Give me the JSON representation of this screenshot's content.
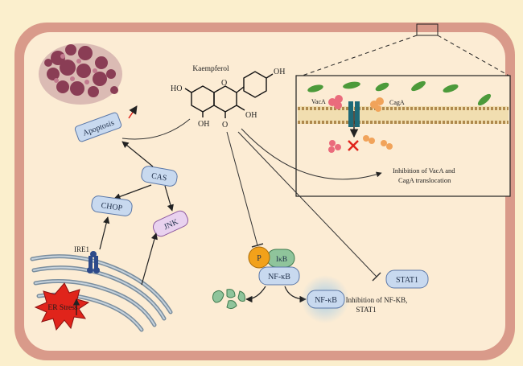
{
  "compound": {
    "name": "Kaempferol",
    "atoms": {
      "ho_left": "HO",
      "oh_right": "OH",
      "oh_top": "OH",
      "oh_mid": "OH",
      "o_ring": "O",
      "o_keto": "O"
    }
  },
  "nodes": {
    "apoptosis": "Apoptosis",
    "cas": "CAS",
    "chop": "CHOP",
    "jnk": "JNK",
    "ire1": "IRE1",
    "er_stress": "ER Stress",
    "p": "P",
    "ikb": "IκB",
    "nfkb": "NF-κB",
    "nfkb_nucleus": "NF-κB",
    "stat1": "STAT1"
  },
  "inset": {
    "vaca": "VacA",
    "caga": "CagA",
    "caption_line1": "Inhibition of VacA and",
    "caption_line2": "CagA translocation"
  },
  "caption_nf": {
    "line1": "Inhibition of NF-KB,",
    "line2": "STAT1"
  },
  "colors": {
    "background": "#fbefcd",
    "cell_outer": "#d99a8a",
    "cell_inner": "#fcecd4",
    "pill_fill": "#c8d9ef",
    "pill_border": "#5b78a8",
    "jnk_fill": "#e9d2ef",
    "jnk_border": "#8e5aa0",
    "p_fill": "#f2a11a",
    "ikb_fill": "#8fc49b",
    "er_stress": "#e0241b",
    "bacteria": "#4c9a3a",
    "toxin_pink": "#ea6b7c",
    "toxin_orange": "#f1a35a",
    "membrane": "#c8a86e",
    "er_membrane": "#7b8e9e"
  }
}
